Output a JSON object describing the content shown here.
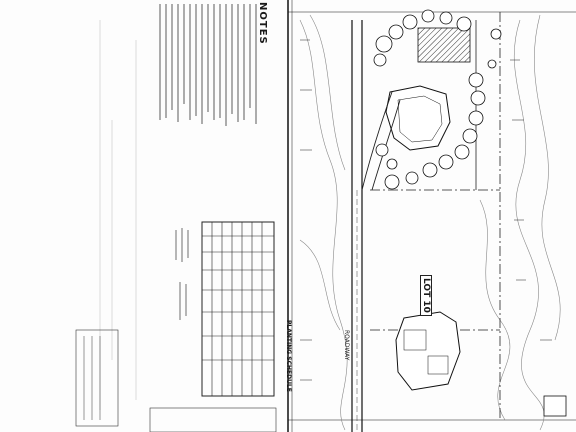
{
  "sheet": {
    "notes_heading": "NOTES",
    "planting_schedule_heading": "PLANTING SCHEDULE",
    "lot_label": "LOT 10",
    "road_label": "ROADWAY"
  }
}
